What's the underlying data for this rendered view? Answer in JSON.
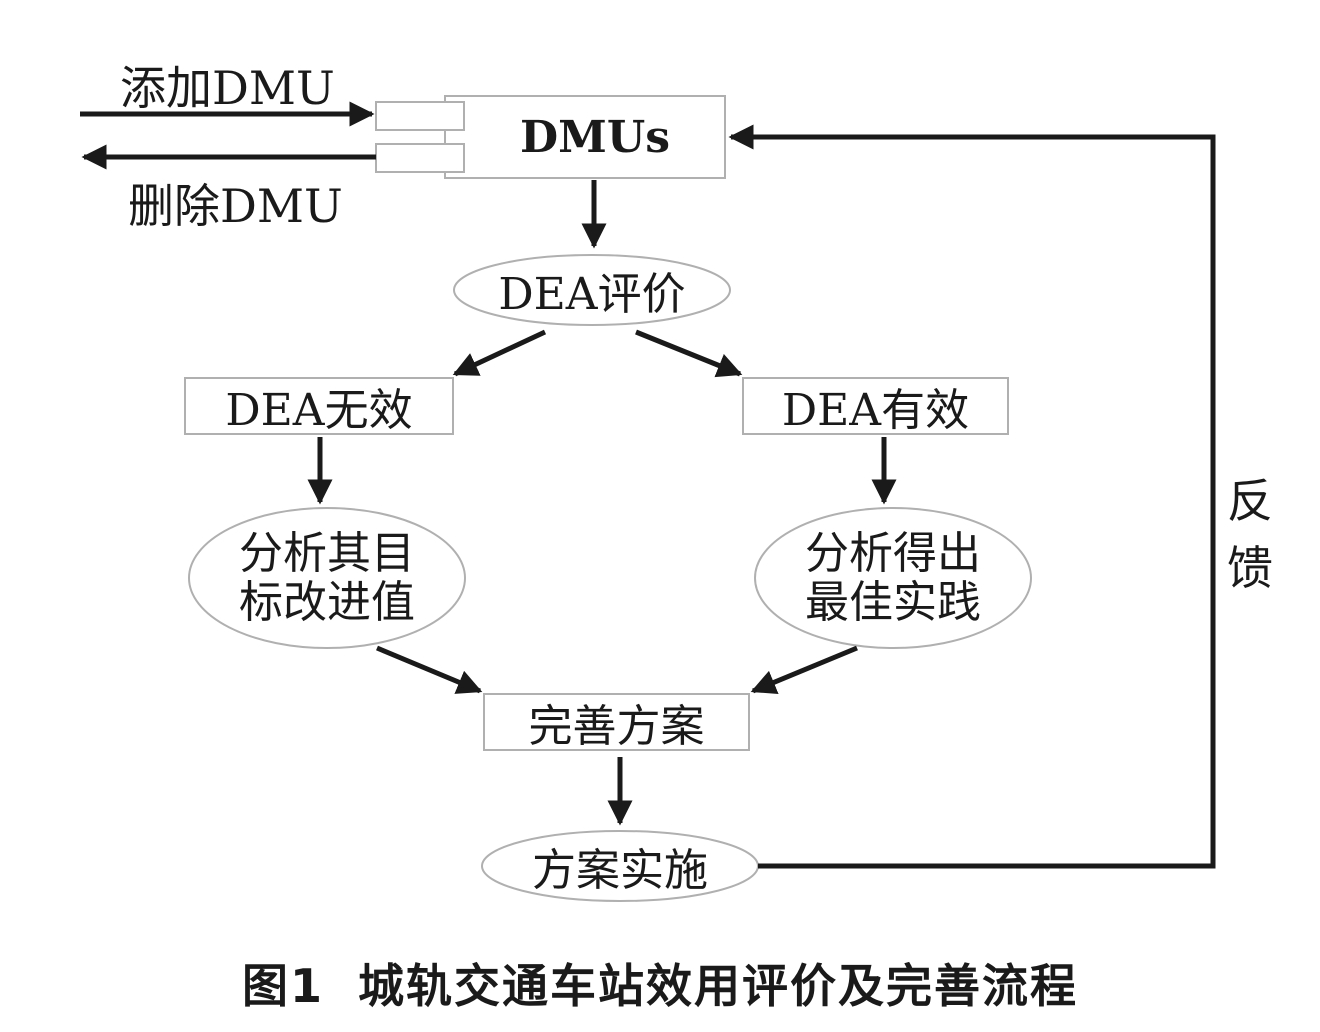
{
  "diagram": {
    "add_dmu": "添加DMU",
    "delete_dmu": "删除DMU",
    "dmus": "DMUs",
    "dea_evaluation": "DEA评价",
    "dea_invalid": "DEA无效",
    "dea_valid": "DEA有效",
    "analyze_targets": [
      "分析其目",
      "标改进值"
    ],
    "analyze_best": [
      "分析得出",
      "最佳实践"
    ],
    "improve_plan": "完善方案",
    "implement_plan": "方案实施",
    "feedback": [
      "反",
      "馈"
    ]
  },
  "caption": {
    "figure_no": "图1",
    "title": "城轨交通车站效用评价及完善流程"
  }
}
